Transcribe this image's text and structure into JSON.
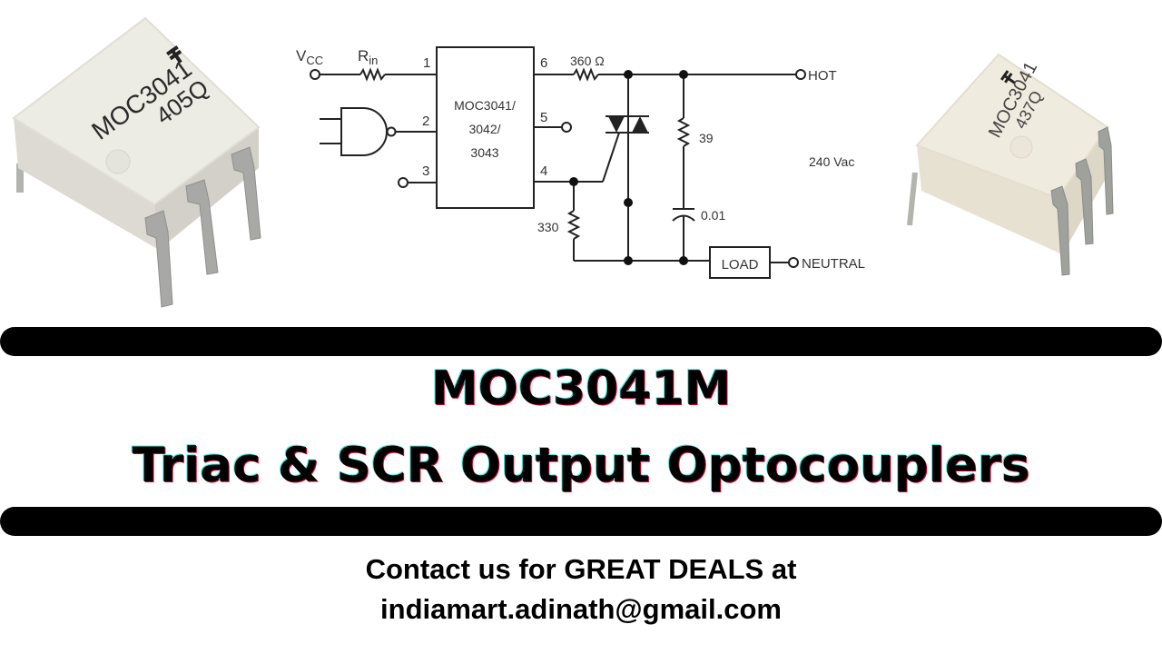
{
  "circuit": {
    "vcc_label": "V",
    "vcc_sub": "CC",
    "rin_label": "R",
    "rin_sub": "in",
    "ic_line1": "MOC3041/",
    "ic_line2": "3042/",
    "ic_line3": "3043",
    "pins": {
      "p1": "1",
      "p2": "2",
      "p3": "3",
      "p4": "4",
      "p5": "5",
      "p6": "6"
    },
    "r_series": "360 Ω",
    "r_snubber": "39",
    "c_snubber": "0.01",
    "r_gate": "330",
    "load_label": "LOAD",
    "hot_label": "HOT",
    "neutral_label": "NEUTRAL",
    "supply_label": "240 Vac"
  },
  "chip_left": {
    "line1": "MOC3041",
    "line2": "405Q"
  },
  "chip_right": {
    "line1": "MOC3041",
    "line2": "437Q"
  },
  "title": {
    "line1": "MOC3041M",
    "line2": "Triac & SCR Output Optocouplers"
  },
  "contact": {
    "line1": "Contact us for GREAT DEALS at",
    "line2": "indiamart.adinath@gmail.com"
  },
  "colors": {
    "bar": "#000000",
    "text": "#000000",
    "chip_body": "#ecebe4",
    "pin": "#a8a9a6"
  }
}
